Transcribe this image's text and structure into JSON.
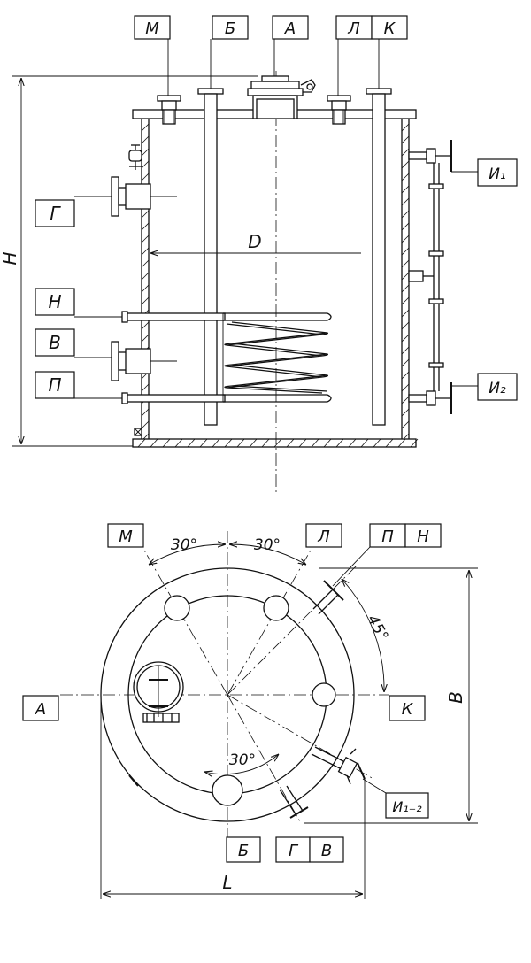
{
  "side_view": {
    "top_labels": [
      "М",
      "Б",
      "А",
      "Л",
      "К"
    ],
    "left_labels": [
      "Г",
      "Н",
      "В",
      "П"
    ],
    "right_labels": [
      "И₁",
      "И₂"
    ],
    "dim_height": "H",
    "dim_diameter": "D"
  },
  "plan_view": {
    "labels": {
      "m": "М",
      "l": "Л",
      "p": "П",
      "n": "Н",
      "a": "А",
      "k": "К",
      "i12": "И₁₋₂",
      "b": "Б",
      "g": "Г",
      "v": "В"
    },
    "angles": {
      "a1": "30°",
      "a2": "30°",
      "a3": "45°",
      "a4": "30°"
    },
    "dim_length": "L",
    "dim_width": "B"
  }
}
